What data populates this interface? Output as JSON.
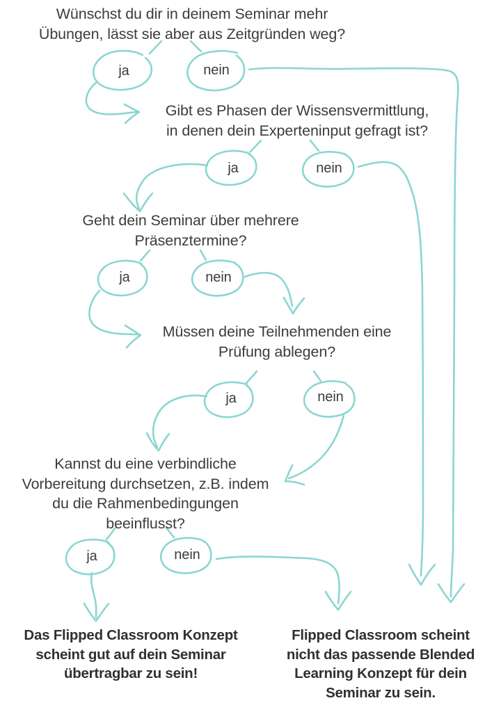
{
  "diagram": {
    "title_question": "Wünschst du dir in deinem Seminar mehr\nÜbungen, lässt sie aber aus Zeitgründen weg?",
    "accent_color": "#8ad6d1",
    "text_color": "#3c3c3c",
    "background_color": "#ffffff",
    "questions": [
      {
        "id": "q1",
        "text": "Wünschst du dir in deinem Seminar mehr\nÜbungen, lässt sie aber aus Zeitgründen weg?"
      },
      {
        "id": "q2",
        "text": "Gibt es Phasen der Wissensvermittlung,\nin denen dein Experteninput gefragt ist?"
      },
      {
        "id": "q3",
        "text": "Geht dein Seminar über mehrere\nPräsenztermine?"
      },
      {
        "id": "q4",
        "text": "Müssen deine Teilnehmenden eine\nPrüfung ablegen?"
      },
      {
        "id": "q5",
        "text": "Kannst du eine verbindliche\nVorbereitung durchsetzen, z.B. indem\ndu die Rahmenbedingungen\nbeeinflusst?"
      }
    ],
    "answers": [
      {
        "id": "a1-ja",
        "label": "ja",
        "question": "q1"
      },
      {
        "id": "a1-nein",
        "label": "nein",
        "question": "q1"
      },
      {
        "id": "a2-ja",
        "label": "ja",
        "question": "q2"
      },
      {
        "id": "a2-nein",
        "label": "nein",
        "question": "q2"
      },
      {
        "id": "a3-ja",
        "label": "ja",
        "question": "q3"
      },
      {
        "id": "a3-nein",
        "label": "nein",
        "question": "q3"
      },
      {
        "id": "a4-ja",
        "label": "ja",
        "question": "q4"
      },
      {
        "id": "a4-nein",
        "label": "nein",
        "question": "q4"
      },
      {
        "id": "a5-ja",
        "label": "ja",
        "question": "q5"
      },
      {
        "id": "a5-nein",
        "label": "nein",
        "question": "q5"
      }
    ],
    "results": [
      {
        "id": "result-positive",
        "text": "Das Flipped Classroom Konzept\nscheint gut auf dein Seminar\nübertragbar zu sein!"
      },
      {
        "id": "result-negative",
        "text": "Flipped Classroom scheint\nnicht das passende Blended\nLearning Konzept für dein\nSeminar zu sein."
      }
    ]
  }
}
